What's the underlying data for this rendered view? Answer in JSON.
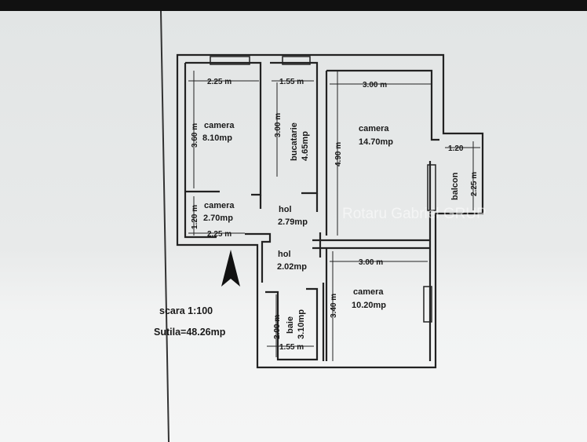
{
  "rooms": {
    "camera1": {
      "name": "camera",
      "area": "8.10mp"
    },
    "bucatarie": {
      "name": "bucatarie",
      "area": "4.65mp"
    },
    "camera2": {
      "name": "camera",
      "area": "14.70mp"
    },
    "balcon": {
      "name": "balcon"
    },
    "camera3": {
      "name": "camera",
      "area": "2.70mp"
    },
    "hol1": {
      "name": "hol",
      "area": "2.79mp"
    },
    "hol2": {
      "name": "hol",
      "area": "2.02mp"
    },
    "camera4": {
      "name": "camera",
      "area": "10.20mp"
    },
    "baie": {
      "name": "baie",
      "area": "3.10mp"
    }
  },
  "dimensions": {
    "d1": "2.25 m",
    "d2": "1.55 m",
    "d3": "3.00 m",
    "d4": "3.60 m",
    "d5": "3.00 m",
    "d6": "4.90 m",
    "d7": "1.20",
    "d8": "2.25 m",
    "d9": "1.20 m",
    "d10": "2.25 m",
    "d11": "3.00 m",
    "d12": "3.40 m",
    "d13": "2.00 m",
    "d14": "1.55 m"
  },
  "notes": {
    "scale": "scara 1:100",
    "area_total": "Sutila=48.26mp"
  },
  "watermark": "Rotaru Gabriel GRUP",
  "colors": {
    "ink": "#1a1a1a",
    "paper": "#e4e6e6"
  }
}
